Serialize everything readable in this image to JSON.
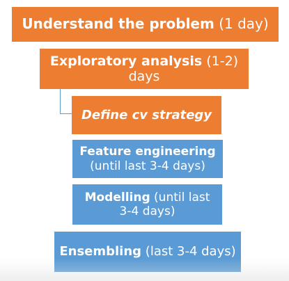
{
  "steps": [
    {
      "title": "Understand the problem",
      "detail": "(1 day)"
    },
    {
      "title": "Exploratory analysis",
      "detail_line1": "(1-2)",
      "detail_line2": "days"
    },
    {
      "title": "Define cv strategy"
    },
    {
      "title": "Feature engineering",
      "detail": "(until last 3-4 days)"
    },
    {
      "title": "Modelling",
      "detail_line1": "(until last",
      "detail_line2": "3-4 days)"
    },
    {
      "title": "Ensembling",
      "detail": "(last 3-4 days)"
    }
  ],
  "colors": {
    "orange": "#ed7d31",
    "blue": "#5b9bd5",
    "text": "#ffffff"
  }
}
